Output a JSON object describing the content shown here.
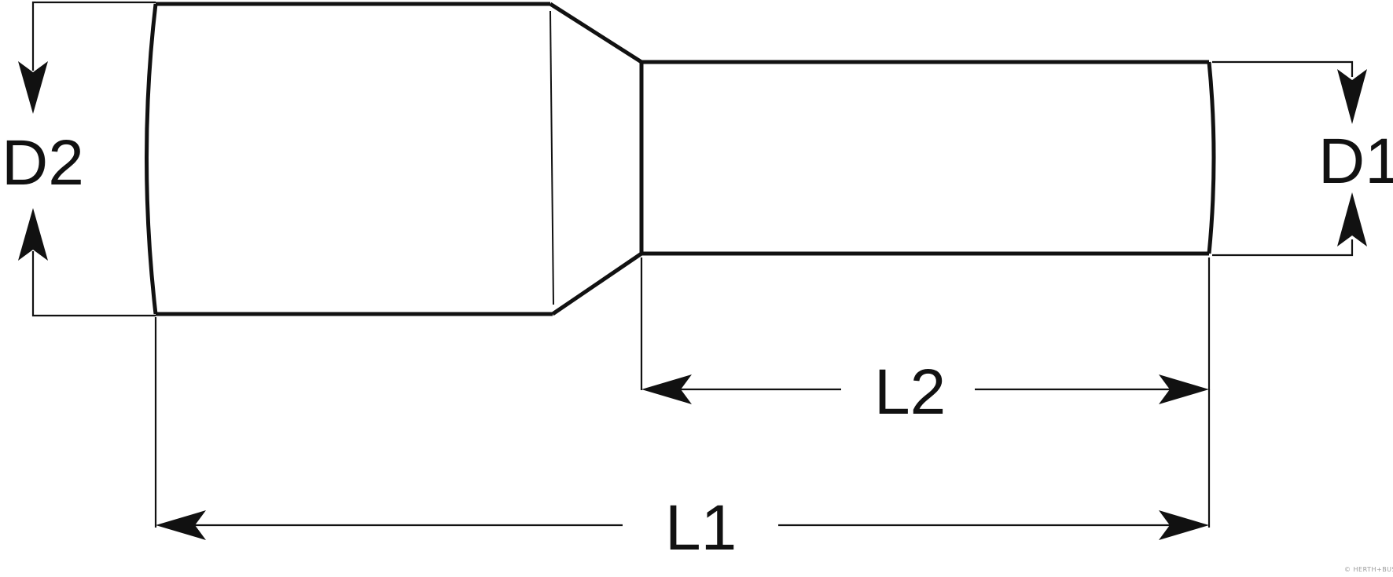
{
  "labels": {
    "d2": "D2",
    "d1": "D1",
    "l2": "L2",
    "l1": "L1"
  },
  "watermark": "© HERTH+BUSS",
  "colors": {
    "stroke": "#111111",
    "background": "#ffffff"
  }
}
